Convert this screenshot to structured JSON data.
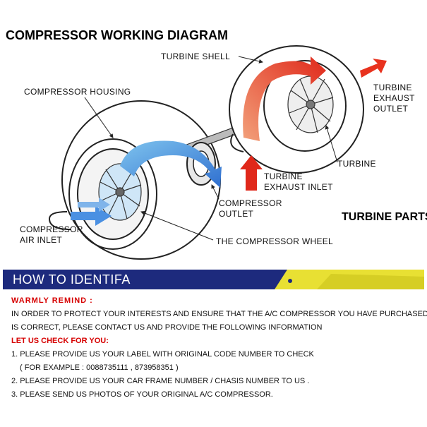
{
  "diagram": {
    "title": "COMPRESSOR WORKING DIAGRAM",
    "labels": {
      "turbine_shell": "TURBINE SHELL",
      "compressor_housing": "COMPRESSOR HOUSING",
      "turbine_exhaust_outlet": [
        "TURBINE",
        "EXHAUST",
        "OUTLET"
      ],
      "turbine": "TURBINE",
      "turbine_exhaust_inlet": [
        "TURBINE",
        "EXHAUST INLET"
      ],
      "compressor_outlet": [
        "COMPRESSOR",
        "OUTLET"
      ],
      "turbine_parts": "TURBINE PARTS",
      "compressor_air_inlet": [
        "COMPRESSOR",
        "AIR INLET"
      ],
      "compressor_wheel": "THE COMPRESSOR WHEEL"
    },
    "colors": {
      "hot_flow": "#e8321e",
      "cool_flow": "#4a90e2",
      "outline": "#222222"
    }
  },
  "section": {
    "header": "HOW TO IDENTIFA",
    "header_bg": "#1d2a7d",
    "accent_color": "#e8e033",
    "warm_remind": "WARMLY REMIND :",
    "intro_lines": [
      "IN ORDER TO PROTECT YOUR INTERESTS AND ENSURE THAT THE A/C COMPRESSOR YOU HAVE PURCHASED",
      "IS CORRECT, PLEASE CONTACT US AND PROVIDE THE FOLLOWING INFORMATION"
    ],
    "check_heading": "LET US CHECK FOR YOU:",
    "items": [
      "1. PLEASE PROVIDE US YOUR LABEL WITH ORIGINAL CODE NUMBER TO CHECK",
      "( FOR EXAMPLE : 0088735111 , 873958351 )",
      "2. PLEASE PROVIDE US YOUR CAR FRAME NUMBER / CHASIS NUMBER TO US .",
      "3. PLEASE SEND US PHOTOS OF YOUR ORIGINAL A/C COMPRESSOR."
    ]
  }
}
